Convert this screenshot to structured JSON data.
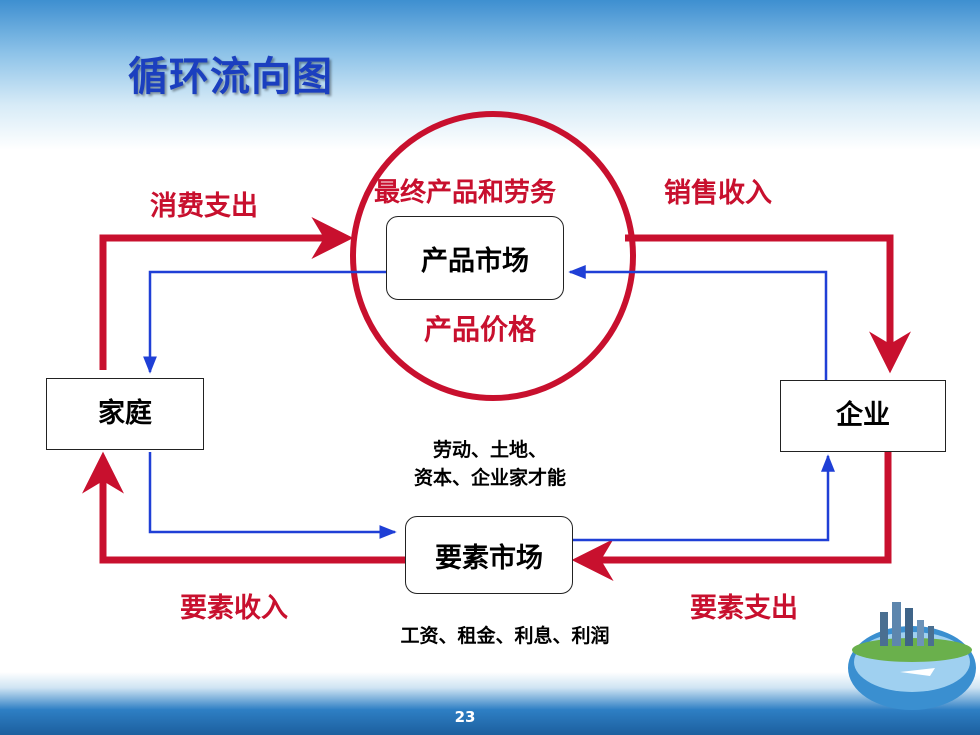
{
  "slide": {
    "title": "循环流向图",
    "page_number": "23"
  },
  "nodes": {
    "product_market": "产品市场",
    "factor_market": "要素市场",
    "household": "家庭",
    "firm": "企业"
  },
  "labels": {
    "consumption_spending": "消费支出",
    "final_goods_services": "最终产品和劳务",
    "sales_revenue": "销售收入",
    "product_price": "产品价格",
    "factors_line1": "劳动、土地、",
    "factors_line2": "资本、企业家才能",
    "factor_income": "要素收入",
    "factor_spending": "要素支出",
    "factor_payments": "工资、租金、利息、利润"
  },
  "colors": {
    "money_flow": "#c8102e",
    "goods_flow": "#1f3fd6",
    "title": "#1b3fbf"
  }
}
